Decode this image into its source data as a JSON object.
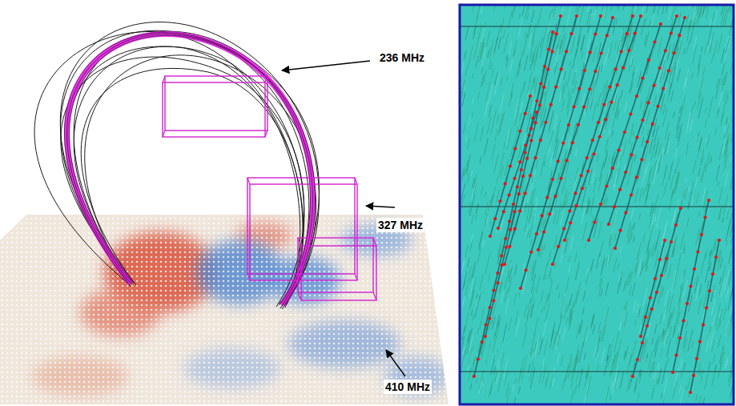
{
  "diagram": {
    "labels": [
      "236 MHz",
      "327 MHz",
      "410 MHz"
    ]
  }
}
